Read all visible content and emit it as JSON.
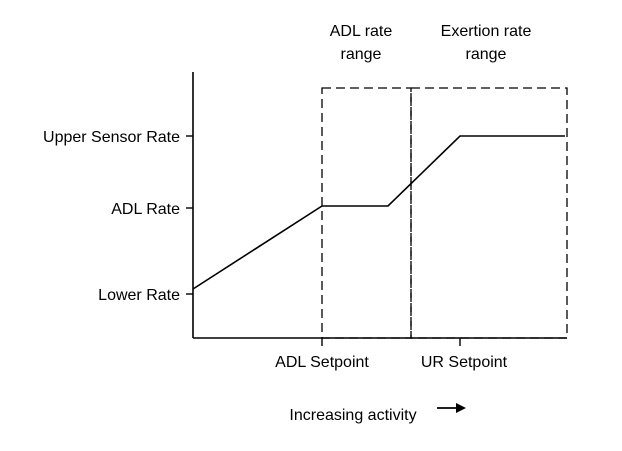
{
  "chart_data": {
    "type": "line",
    "y_tick_labels": [
      "Upper Sensor Rate",
      "ADL Rate",
      "Lower Rate"
    ],
    "x_tick_labels": [
      "ADL Setpoint",
      "UR Setpoint"
    ],
    "x_axis_label": "Increasing activity",
    "x_axis_arrow": "right-arrow",
    "range_labels": {
      "adl": [
        "ADL rate",
        "range"
      ],
      "exertion": [
        "Exertion rate",
        "range"
      ]
    },
    "line_style": "solid",
    "range_box_style": "dashed",
    "colors": {
      "line": "#000000",
      "background": "#ffffff"
    }
  }
}
